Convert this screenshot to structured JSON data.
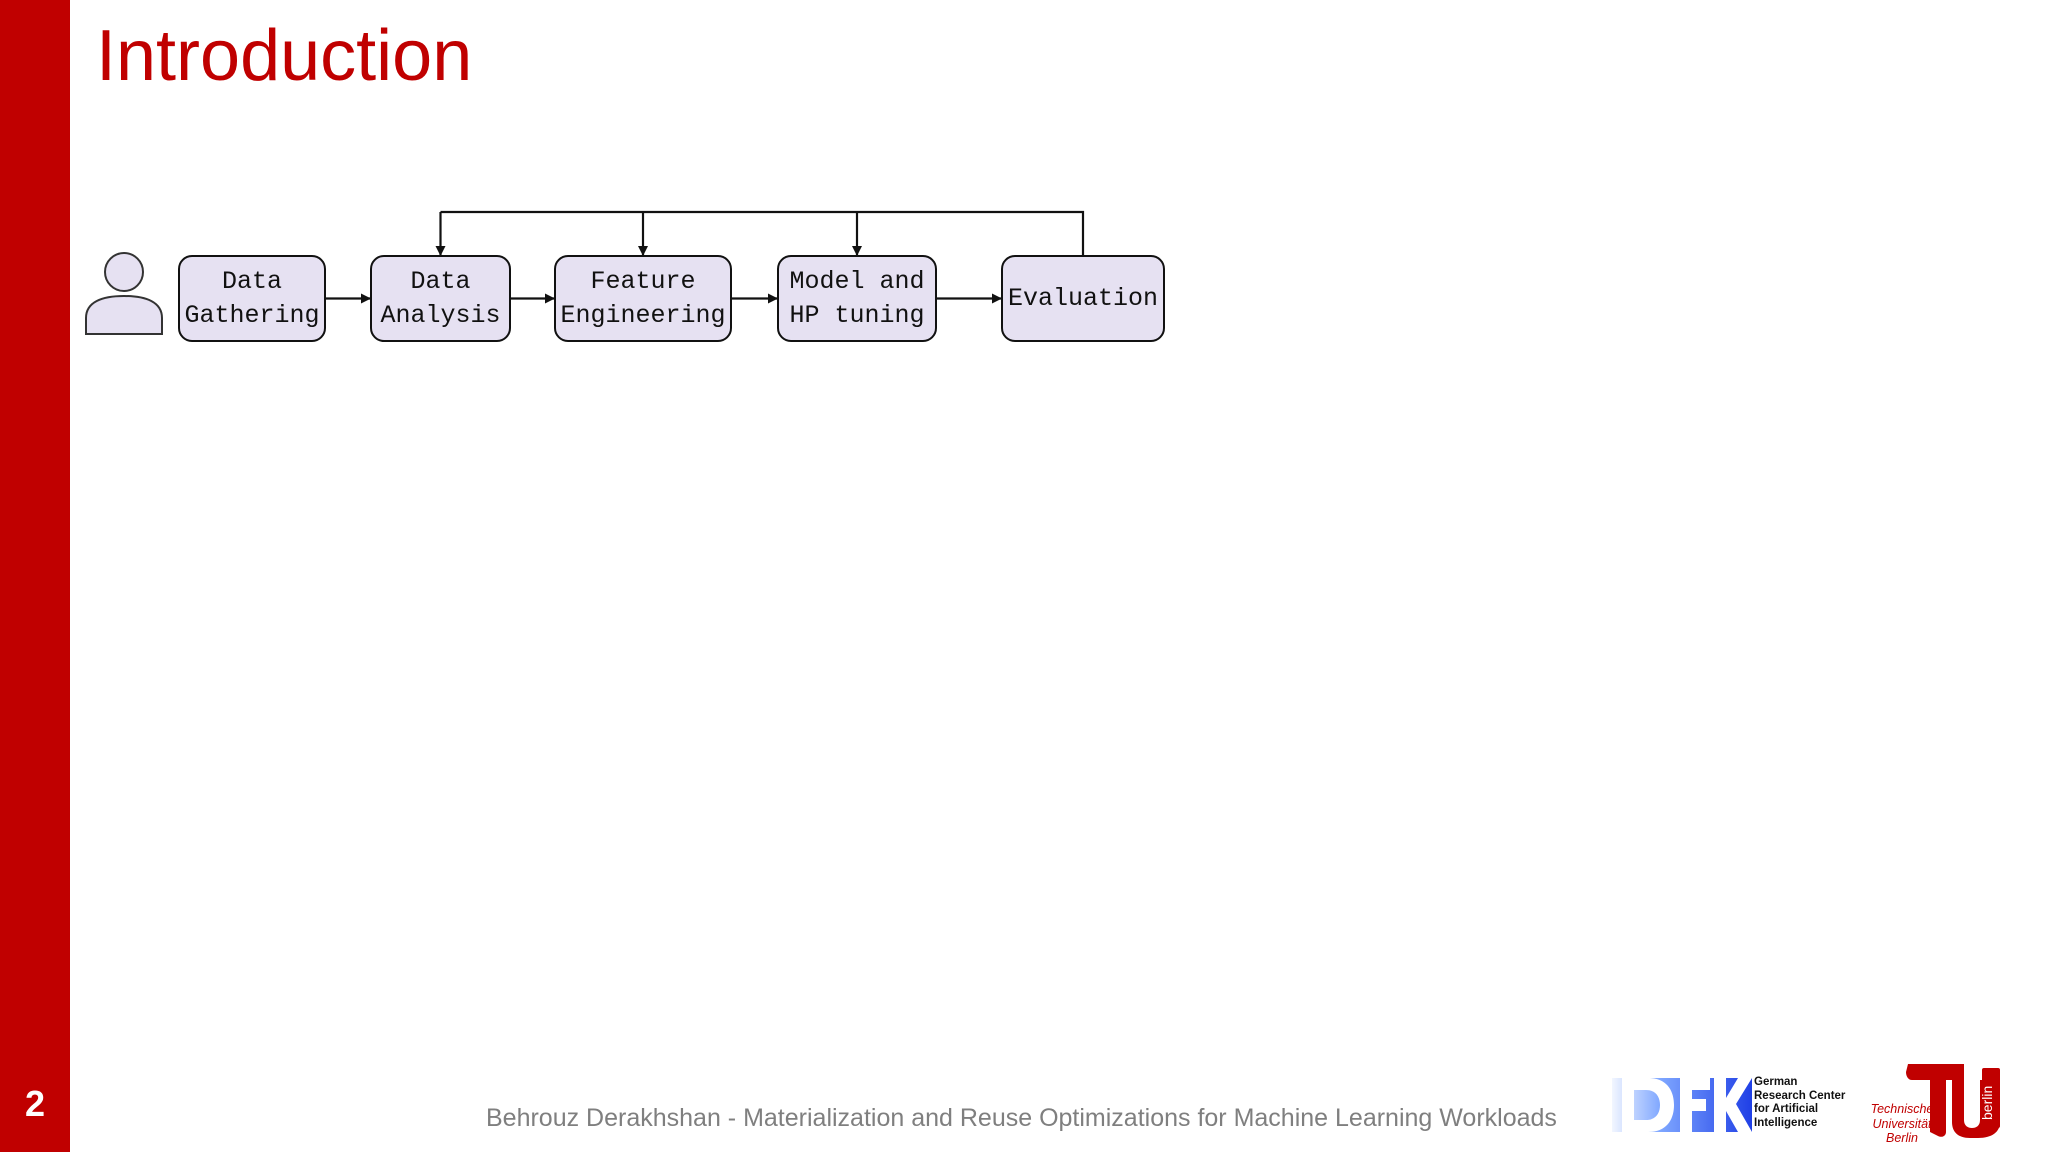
{
  "slide": {
    "number": "2",
    "title": "Introduction",
    "footer": "Behrouz Derakhshan - Materialization and Reuse Optimizations for Machine Learning Workloads"
  },
  "diagram": {
    "actor_icon": "user-icon",
    "steps": [
      {
        "id": "data-gathering",
        "lines": [
          "Data",
          "Gathering"
        ]
      },
      {
        "id": "data-analysis",
        "lines": [
          "Data",
          "Analysis"
        ]
      },
      {
        "id": "feature-engineering",
        "lines": [
          "Feature",
          "Engineering"
        ]
      },
      {
        "id": "model-hp-tuning",
        "lines": [
          "Model and",
          "HP tuning"
        ]
      },
      {
        "id": "evaluation",
        "lines": [
          "Evaluation"
        ]
      }
    ],
    "flow": [
      {
        "from": "data-gathering",
        "to": "data-analysis"
      },
      {
        "from": "data-analysis",
        "to": "feature-engineering"
      },
      {
        "from": "feature-engineering",
        "to": "model-hp-tuning"
      },
      {
        "from": "model-hp-tuning",
        "to": "evaluation"
      }
    ],
    "feedback": {
      "from": "evaluation",
      "to": [
        "data-analysis",
        "feature-engineering",
        "model-hp-tuning"
      ]
    },
    "box_fill": "#e6e1f2",
    "box_stroke": "#111111"
  },
  "logos": {
    "dfki": {
      "icon": "dfki-logo",
      "text": [
        "German",
        "Research Center",
        "for Artificial",
        "Intelligence"
      ]
    },
    "tu": {
      "icon": "tu-berlin-logo",
      "vertical_text": "berlin",
      "text": [
        "Technische",
        "Universität",
        "Berlin"
      ]
    }
  },
  "colors": {
    "accent": "#c00000",
    "footer_text": "#7f7f7f"
  }
}
